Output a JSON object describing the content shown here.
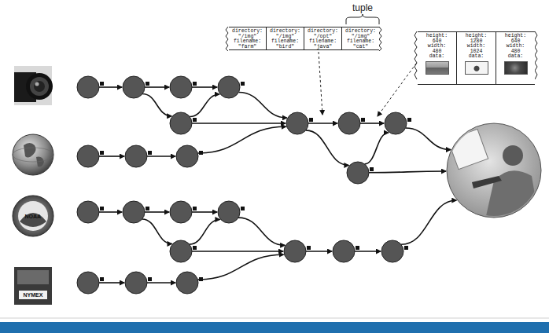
{
  "diagram": {
    "nodes": [
      {
        "text": [
          "directory: \"/img\" filename: \"farm\"",
          "directory: \"/img\" filename: \"bird\"",
          "directory: \"/opt\" filename: \"java\"",
          "directory: \"/img\" filename: \"cat\""
        ]
      },
      {
        "text": [
          "height: 640 width: 480 data:",
          "height: 1280 width: 1024 data:",
          "height: 640 width: 480 data:"
        ]
      }
    ],
    "labels": [
      "tuple",
      "NOAA",
      "NYMEX"
    ]
  }
}
